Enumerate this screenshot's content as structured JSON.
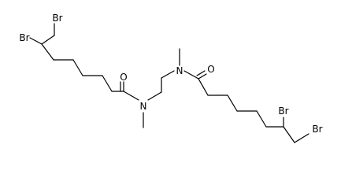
{
  "molecule": {
    "atoms": {
      "br1": "Br",
      "br2": "Br",
      "br3": "Br",
      "br4": "Br",
      "o1": "O",
      "o2": "O",
      "n1": "N",
      "n2": "N"
    }
  }
}
